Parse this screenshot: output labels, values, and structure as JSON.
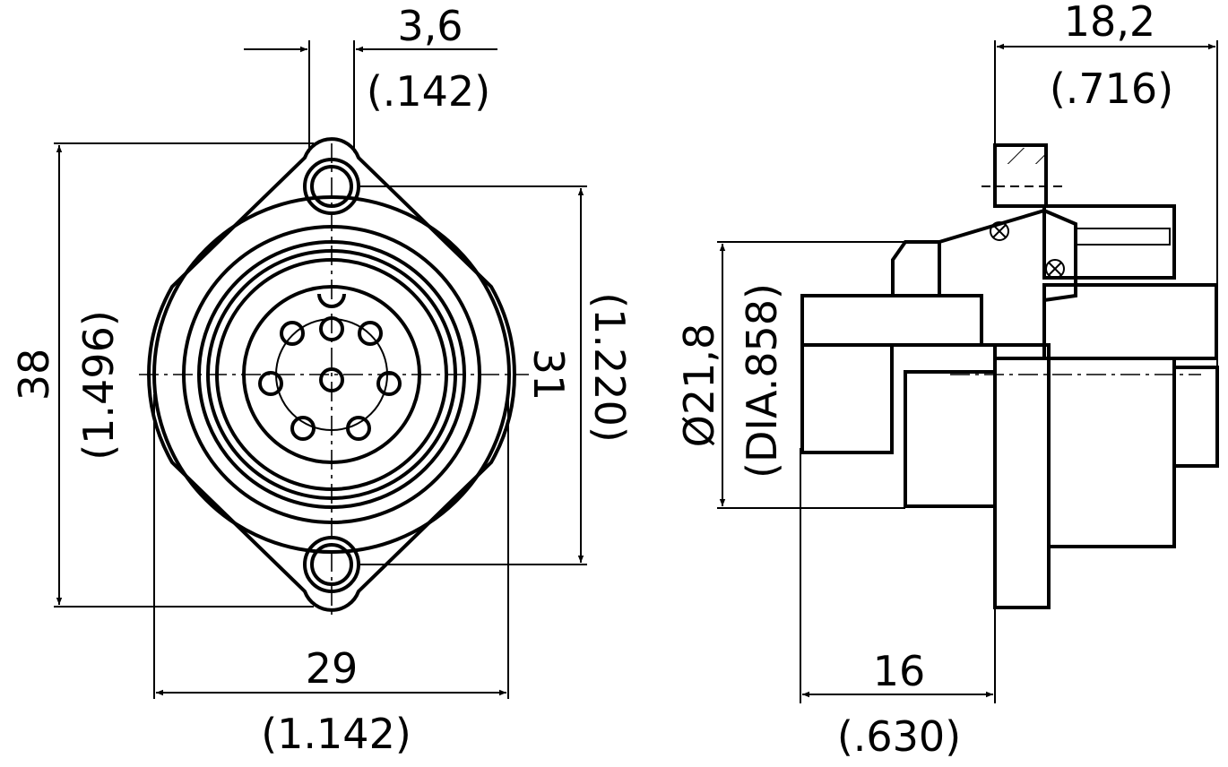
{
  "dimensions": {
    "hole_offset_mm": "3,6",
    "hole_offset_in": "(.142)",
    "depth_mm": "18,2",
    "depth_in": "(.716)",
    "height_mm": "38",
    "height_in": "(1.496)",
    "hole_spacing_mm": "31",
    "hole_spacing_in": "(1.220)",
    "diameter_mm": "Ø21,8",
    "diameter_in": "(DIA.858)",
    "width_mm": "29",
    "width_in": "(1.142)",
    "panel_depth_mm": "16",
    "panel_depth_in": "(.630)"
  }
}
